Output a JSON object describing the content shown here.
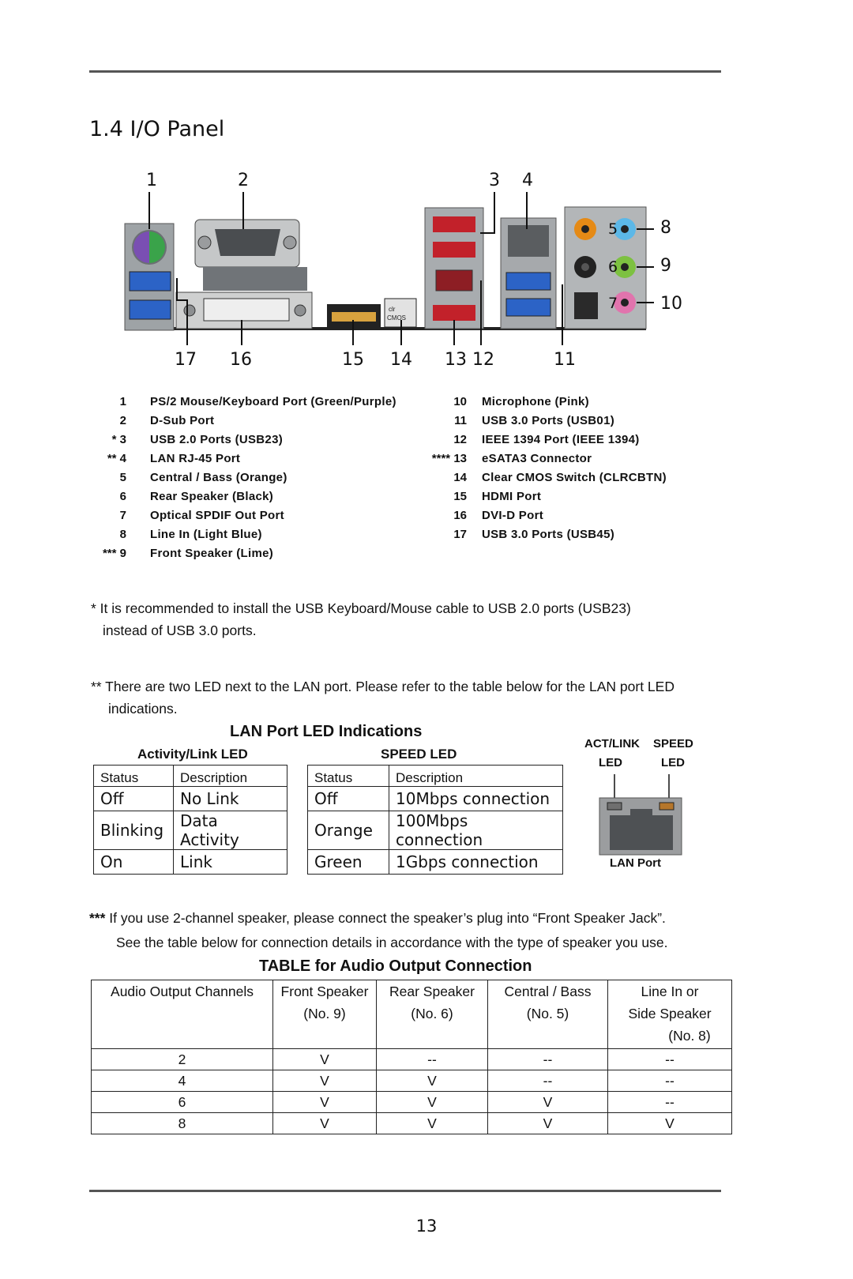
{
  "section_title": "1.4 I/O Panel",
  "callouts_top": [
    "1",
    "2",
    "3",
    "4"
  ],
  "callouts_right": [
    "8",
    "9",
    "10"
  ],
  "callouts_inline": [
    "5",
    "6",
    "7"
  ],
  "callouts_bottom": [
    "17",
    "16",
    "15",
    "14",
    "13",
    "12",
    "11"
  ],
  "cmos_label": [
    "clr",
    "CMOS"
  ],
  "legend_left": [
    {
      "num": "1",
      "text": "PS/2  Mouse/Keyboard  Port  (Green/Purple)"
    },
    {
      "num": "2",
      "text": "D-Sub  Port"
    },
    {
      "num": "* 3",
      "text": "USB 2.0  Ports  (USB23)"
    },
    {
      "num": "** 4",
      "text": "LAN  RJ-45  Port"
    },
    {
      "num": "5",
      "text": "Central / Bass  (Orange)"
    },
    {
      "num": "6",
      "text": "Rear  Speaker  (Black)"
    },
    {
      "num": "7",
      "text": "Optical  SPDIF  Out  Port"
    },
    {
      "num": "8",
      "text": "Line  In  (Light  Blue)"
    },
    {
      "num": "*** 9",
      "text": "Front  Speaker  (Lime)"
    }
  ],
  "legend_right": [
    {
      "num": "10",
      "text": "Microphone  (Pink)"
    },
    {
      "num": "11",
      "text": "USB 3.0  Ports  (USB01)"
    },
    {
      "num": "12",
      "text": "IEEE  1394  Port  (IEEE  1394)"
    },
    {
      "num": "**** 13",
      "text": "eSATA3  Connector"
    },
    {
      "num": "14",
      "text": "Clear  CMOS  Switch  (CLRCBTN)"
    },
    {
      "num": "15",
      "text": "HDMI  Port"
    },
    {
      "num": "16",
      "text": "DVI-D  Port"
    },
    {
      "num": "17",
      "text": "USB 3.0  Ports  (USB45)"
    }
  ],
  "note1": {
    "line1": "* It is recommended to install the USB Keyboard/Mouse cable to USB 2.0 ports (USB23)",
    "line2": "instead of USB 3.0 ports."
  },
  "note2": {
    "line1": "** There are two LED next to the LAN port. Please refer to the table below for the LAN port LED",
    "line2": "indications."
  },
  "lan_section": {
    "title": "LAN Port LED Indications",
    "activity": {
      "heading": "Activity/Link LED",
      "headers": [
        "Status",
        "Description"
      ],
      "rows": [
        [
          "Off",
          "No Link"
        ],
        [
          "Blinking",
          "Data Activity"
        ],
        [
          "On",
          "Link"
        ]
      ]
    },
    "speed": {
      "heading": "SPEED LED",
      "headers": [
        "Status",
        "Description"
      ],
      "rows": [
        [
          "Off",
          "10Mbps connection"
        ],
        [
          "Orange",
          "100Mbps connection"
        ],
        [
          "Green",
          "1Gbps connection"
        ]
      ]
    },
    "diagram": {
      "act_label_1": "ACT/LINK",
      "act_label_2": "LED",
      "speed_label_1": "SPEED",
      "speed_label_2": "LED",
      "port_label": "LAN Port"
    }
  },
  "note3": {
    "marker": "***",
    "line1": " If you use 2-channel speaker, please connect the speaker’s plug into “Front Speaker Jack”.",
    "line2": "See the table below for connection details in accordance with the type of speaker you use."
  },
  "audio_table": {
    "title": "TABLE for Audio Output  Connection",
    "headers": [
      [
        "Audio Output Channels"
      ],
      [
        "Front Speaker",
        "(No. 9)"
      ],
      [
        "Rear Speaker",
        "(No. 6)"
      ],
      [
        "Central / Bass",
        "(No. 5)"
      ],
      [
        "Line In or",
        "Side Speaker",
        "(No. 8)"
      ]
    ],
    "rows": [
      [
        "2",
        "V",
        "--",
        "--",
        "--"
      ],
      [
        "4",
        "V",
        "V",
        "--",
        "--"
      ],
      [
        "6",
        "V",
        "V",
        "V",
        "--"
      ],
      [
        "8",
        "V",
        "V",
        "V",
        "V"
      ]
    ]
  },
  "page_number": "13"
}
